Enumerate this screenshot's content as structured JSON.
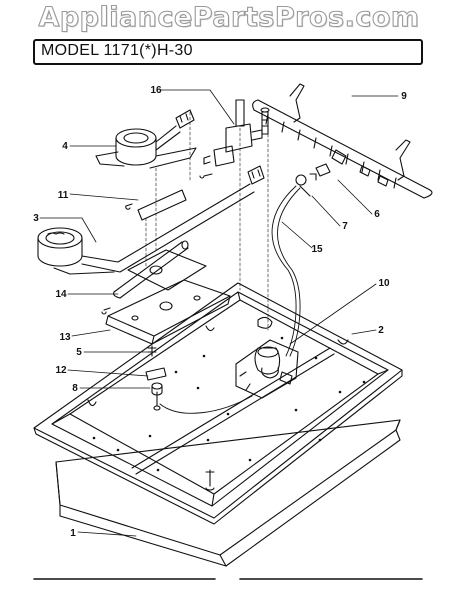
{
  "watermark": "AppliancePartsPros.com",
  "header": {
    "model_title": "MODEL 1171(*)H-30"
  },
  "part_labels": [
    "16",
    "9",
    "4",
    "11",
    "7",
    "6",
    "3",
    "15",
    "14",
    "10",
    "13",
    "2",
    "5",
    "12",
    "8",
    "1"
  ]
}
